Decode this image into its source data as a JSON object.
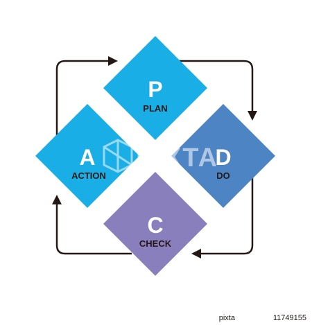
{
  "cycle": {
    "plan": {
      "letter": "P",
      "label": "PLAN"
    },
    "do": {
      "letter": "D",
      "label": "DO"
    },
    "check": {
      "letter": "C",
      "label": "CHECK"
    },
    "action": {
      "letter": "A",
      "label": "ACTION"
    }
  },
  "watermark": {
    "text": "PIXTA"
  },
  "footer": {
    "brand": "pixta",
    "id": "11749155"
  },
  "colors": {
    "plan": "#1aaee6",
    "do": "#4d84c4",
    "check": "#8a7fbd",
    "action": "#1aaee6",
    "arrow": "#231815"
  },
  "icons": [
    "arrow-right-icon",
    "arrow-down-icon",
    "arrow-left-icon",
    "arrow-up-icon"
  ]
}
